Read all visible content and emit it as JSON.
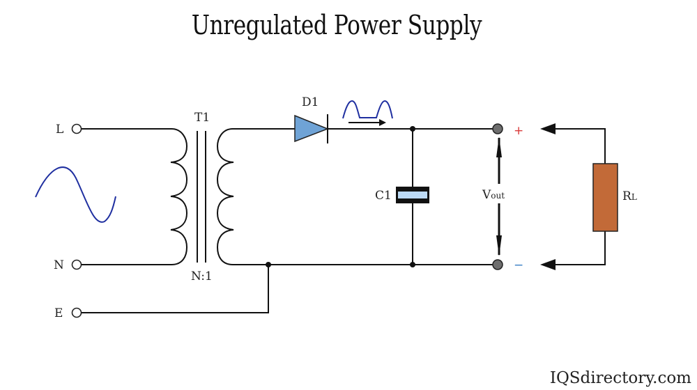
{
  "title": "Unregulated Power Supply",
  "watermark": "IQSdirectory.com",
  "terminals": {
    "live": "L",
    "neutral": "N",
    "earth": "E"
  },
  "transformer": {
    "name": "T1",
    "ratio": "N:1"
  },
  "diode": {
    "name": "D1"
  },
  "capacitor": {
    "name": "C1"
  },
  "output": {
    "voltage_label": "V",
    "voltage_subscript": "out",
    "positive": "+",
    "negative": "−"
  },
  "load": {
    "label": "R",
    "subscript": "L"
  },
  "colors": {
    "waveform": "#1f2fa0",
    "diode_fill": "#6fa3d6",
    "capacitor_dielectric": "#bcdaf4",
    "load_fill": "#c26a38",
    "output_node": "#6e6e6e",
    "positive_sign": "#d93a3a",
    "negative_sign": "#3a7fc4"
  }
}
